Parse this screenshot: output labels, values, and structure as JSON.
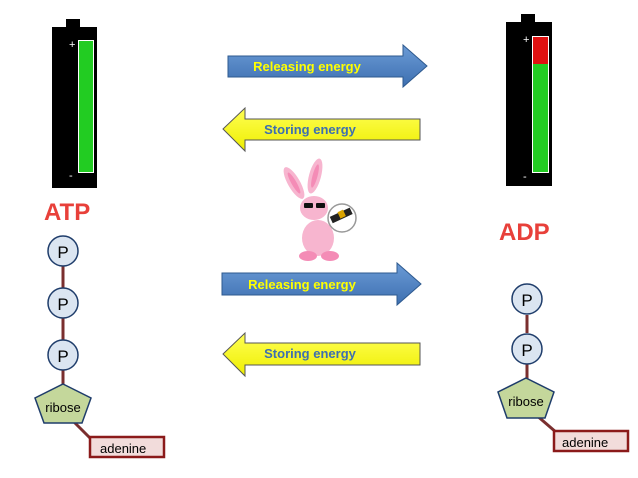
{
  "atp": {
    "title": "ATP",
    "battery": {
      "plus": "+",
      "minus": "-",
      "charge_level": 1.0,
      "fill_color": "#22cc22"
    },
    "phosphates": [
      "P",
      "P",
      "P"
    ],
    "sugar": "ribose",
    "base": "adenine"
  },
  "adp": {
    "title": "ADP",
    "battery": {
      "plus": "+",
      "minus": "-",
      "charge_level": 0.8,
      "low_color": "#e01010",
      "fill_color": "#22cc22"
    },
    "phosphates": [
      "P",
      "P"
    ],
    "sugar": "ribose",
    "base": "adenine"
  },
  "arrows": {
    "top_release": "Releasing energy",
    "top_store": "Storing energy",
    "bottom_release": "Releasing energy",
    "bottom_store": "Storing energy"
  },
  "colors": {
    "title_red": "#e8403a",
    "release_arrow": "#4f81bd",
    "store_arrow": "#ffff00",
    "phosphate_fill": "#dbe5f1",
    "ribose_fill": "#c4d79b",
    "adenine_fill": "#f2dcdb",
    "bond": "#7a2f2f",
    "adenine_border": "#8b1a1a"
  },
  "mascot_icon": "pink-bunny-mascot-icon"
}
